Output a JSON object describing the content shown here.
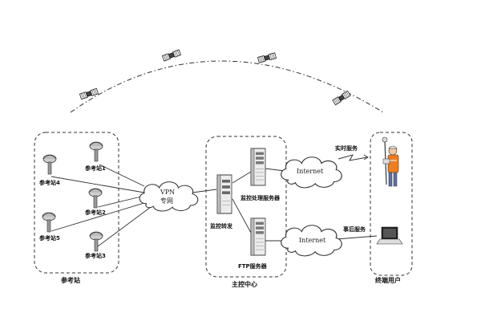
{
  "satellites": [
    {
      "name": "satellite-1"
    },
    {
      "name": "satellite-2"
    },
    {
      "name": "satellite-3"
    },
    {
      "name": "satellite-4"
    }
  ],
  "reference_group": {
    "caption": "参考站",
    "stations": [
      "参考站1",
      "参考站4",
      "参考站2",
      "参考站5",
      "参考站3"
    ]
  },
  "vpn_cloud": {
    "line1": "VPN",
    "line2": "专网"
  },
  "control_center": {
    "caption": "主控中心",
    "switch_label": "监控转发",
    "server_top_label": "监控处理服务器",
    "server_bottom_label": "FTP服务器"
  },
  "internet_top": {
    "label": "Internet"
  },
  "internet_bottom": {
    "label": "Internet"
  },
  "services": {
    "realtime": "实时服务",
    "postprocess": "事后服务"
  },
  "users": {
    "caption": "终端用户"
  },
  "icons": {
    "satellite": "satellite-icon",
    "antenna": "gnss-antenna-icon",
    "server": "server-tower-icon",
    "switch": "network-switch-icon",
    "cloud": "cloud-icon",
    "lightning": "wireless-link-icon",
    "surveyor": "surveyor-icon",
    "laptop": "laptop-icon"
  }
}
